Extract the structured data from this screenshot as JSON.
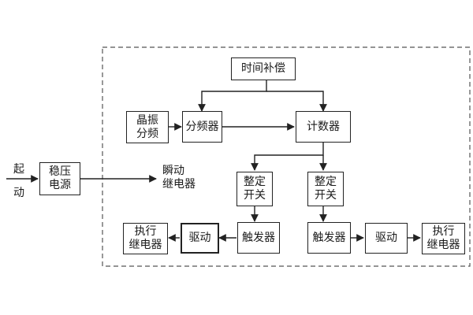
{
  "input_label": [
    "起",
    "动"
  ],
  "blocks": {
    "stabilizer": [
      "稳压",
      "电源"
    ],
    "time_comp": [
      "时间补偿"
    ],
    "crystal": [
      "晶振",
      "分频"
    ],
    "divider": [
      "分频器"
    ],
    "counter": [
      "计数器"
    ],
    "shaper_left": [
      "整定",
      "开关"
    ],
    "shaper_right": [
      "整定",
      "开关"
    ],
    "trigger_left": [
      "触发器"
    ],
    "trigger_right": [
      "触发器"
    ],
    "driver_left": [
      "驱动"
    ],
    "driver_right": [
      "驱动"
    ],
    "exec_relay_left": [
      "执行",
      "继电器"
    ],
    "exec_relay_right": [
      "执行",
      "继电器"
    ]
  },
  "instant_relay": [
    "瞬动",
    "继电器"
  ],
  "colors": {
    "line": "#222222",
    "dashed_border": "#555555"
  }
}
